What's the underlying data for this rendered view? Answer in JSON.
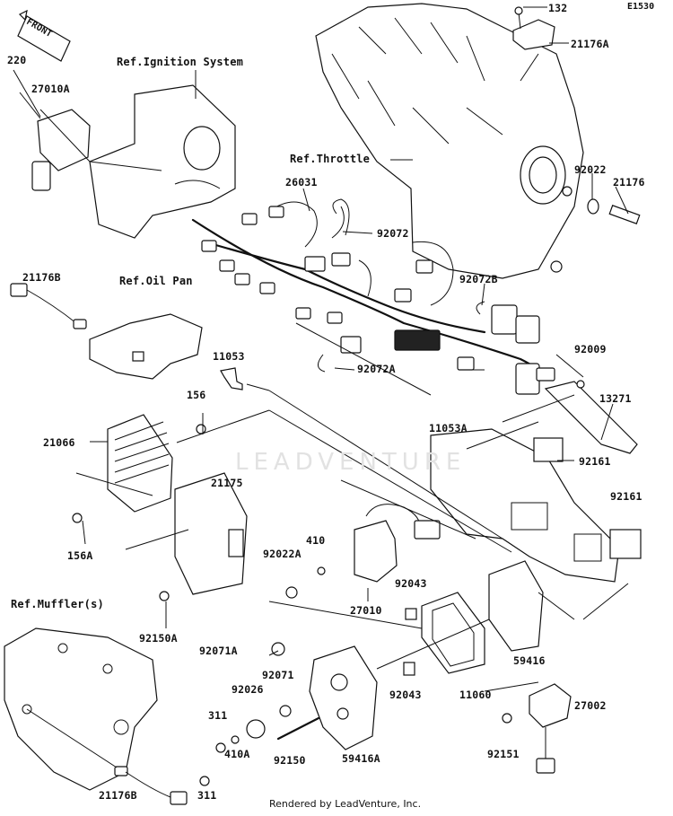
{
  "diagram": {
    "code": "E1530",
    "front_label": "FRONT",
    "watermark": "LEADVENTURE",
    "footer": "Rendered by LeadVenture, Inc.",
    "refs": {
      "ignition": "Ref.Ignition System",
      "throttle": "Ref.Throttle",
      "oil_pan": "Ref.Oil Pan",
      "muffler": "Ref.Muffler(s)"
    },
    "parts": {
      "p132": "132",
      "p21176A": "21176A",
      "p220": "220",
      "p27010A": "27010A",
      "p92022": "92022",
      "p21176": "21176",
      "p26031": "26031",
      "p92072": "92072",
      "p21176B_top": "21176B",
      "p92072B": "92072B",
      "p92009": "92009",
      "p11053": "11053",
      "p92072A": "92072A",
      "p13271": "13271",
      "p156": "156",
      "p21066": "21066",
      "p11053A": "11053A",
      "p92161_a": "92161",
      "p21175": "21175",
      "p92161_b": "92161",
      "p156A": "156A",
      "p410": "410",
      "p92022A": "92022A",
      "p92043_a": "92043",
      "p27010": "27010",
      "p92150A": "92150A",
      "p59416": "59416",
      "p92071A": "92071A",
      "p92071": "92071",
      "p92026": "92026",
      "p92043_b": "92043",
      "p11060": "11060",
      "p27002": "27002",
      "p311_a": "311",
      "p410A": "410A",
      "p92150": "92150",
      "p59416A": "59416A",
      "p92151": "92151",
      "p311_b": "311",
      "p21176B_bot": "21176B"
    }
  }
}
